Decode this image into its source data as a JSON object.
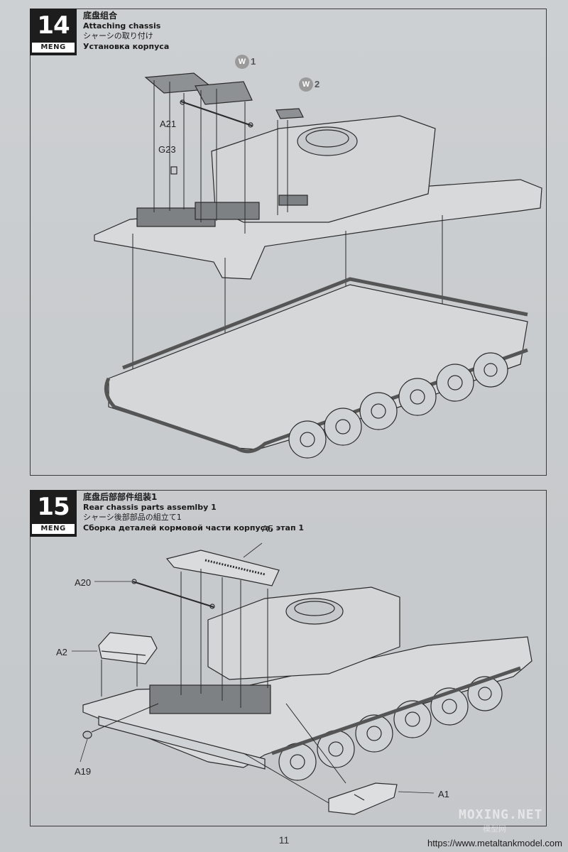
{
  "steps": [
    {
      "number": "14",
      "brand": "MENG",
      "title_cn": "底盘组合",
      "title_en": "Attaching chassis",
      "title_ja": "シャーシの取り付け",
      "title_ru": "Установка корпуса",
      "parts": [
        "A21",
        "G23"
      ],
      "photo_etch": [
        {
          "tag": "W",
          "num": "1"
        },
        {
          "tag": "W",
          "num": "2"
        }
      ]
    },
    {
      "number": "15",
      "brand": "MENG",
      "title_cn": "底盘后部部件组装1",
      "title_en": "Rear chassis parts assemlby 1",
      "title_ja": "シャーシ後部部品の組立て1",
      "title_ru": "Сборка деталей кормовой части корпуса, этап 1",
      "parts": [
        "A5",
        "A20",
        "A2",
        "A19",
        "A1"
      ]
    }
  ],
  "page_number": "11",
  "watermark": {
    "logo": "MOXING.NET",
    "sub": "模型网",
    "url": "https://www.metaltankmodel.com"
  },
  "colors": {
    "paper": "#c9ccce",
    "badge": "#1d1d1d",
    "line": "#2a2a2a"
  }
}
